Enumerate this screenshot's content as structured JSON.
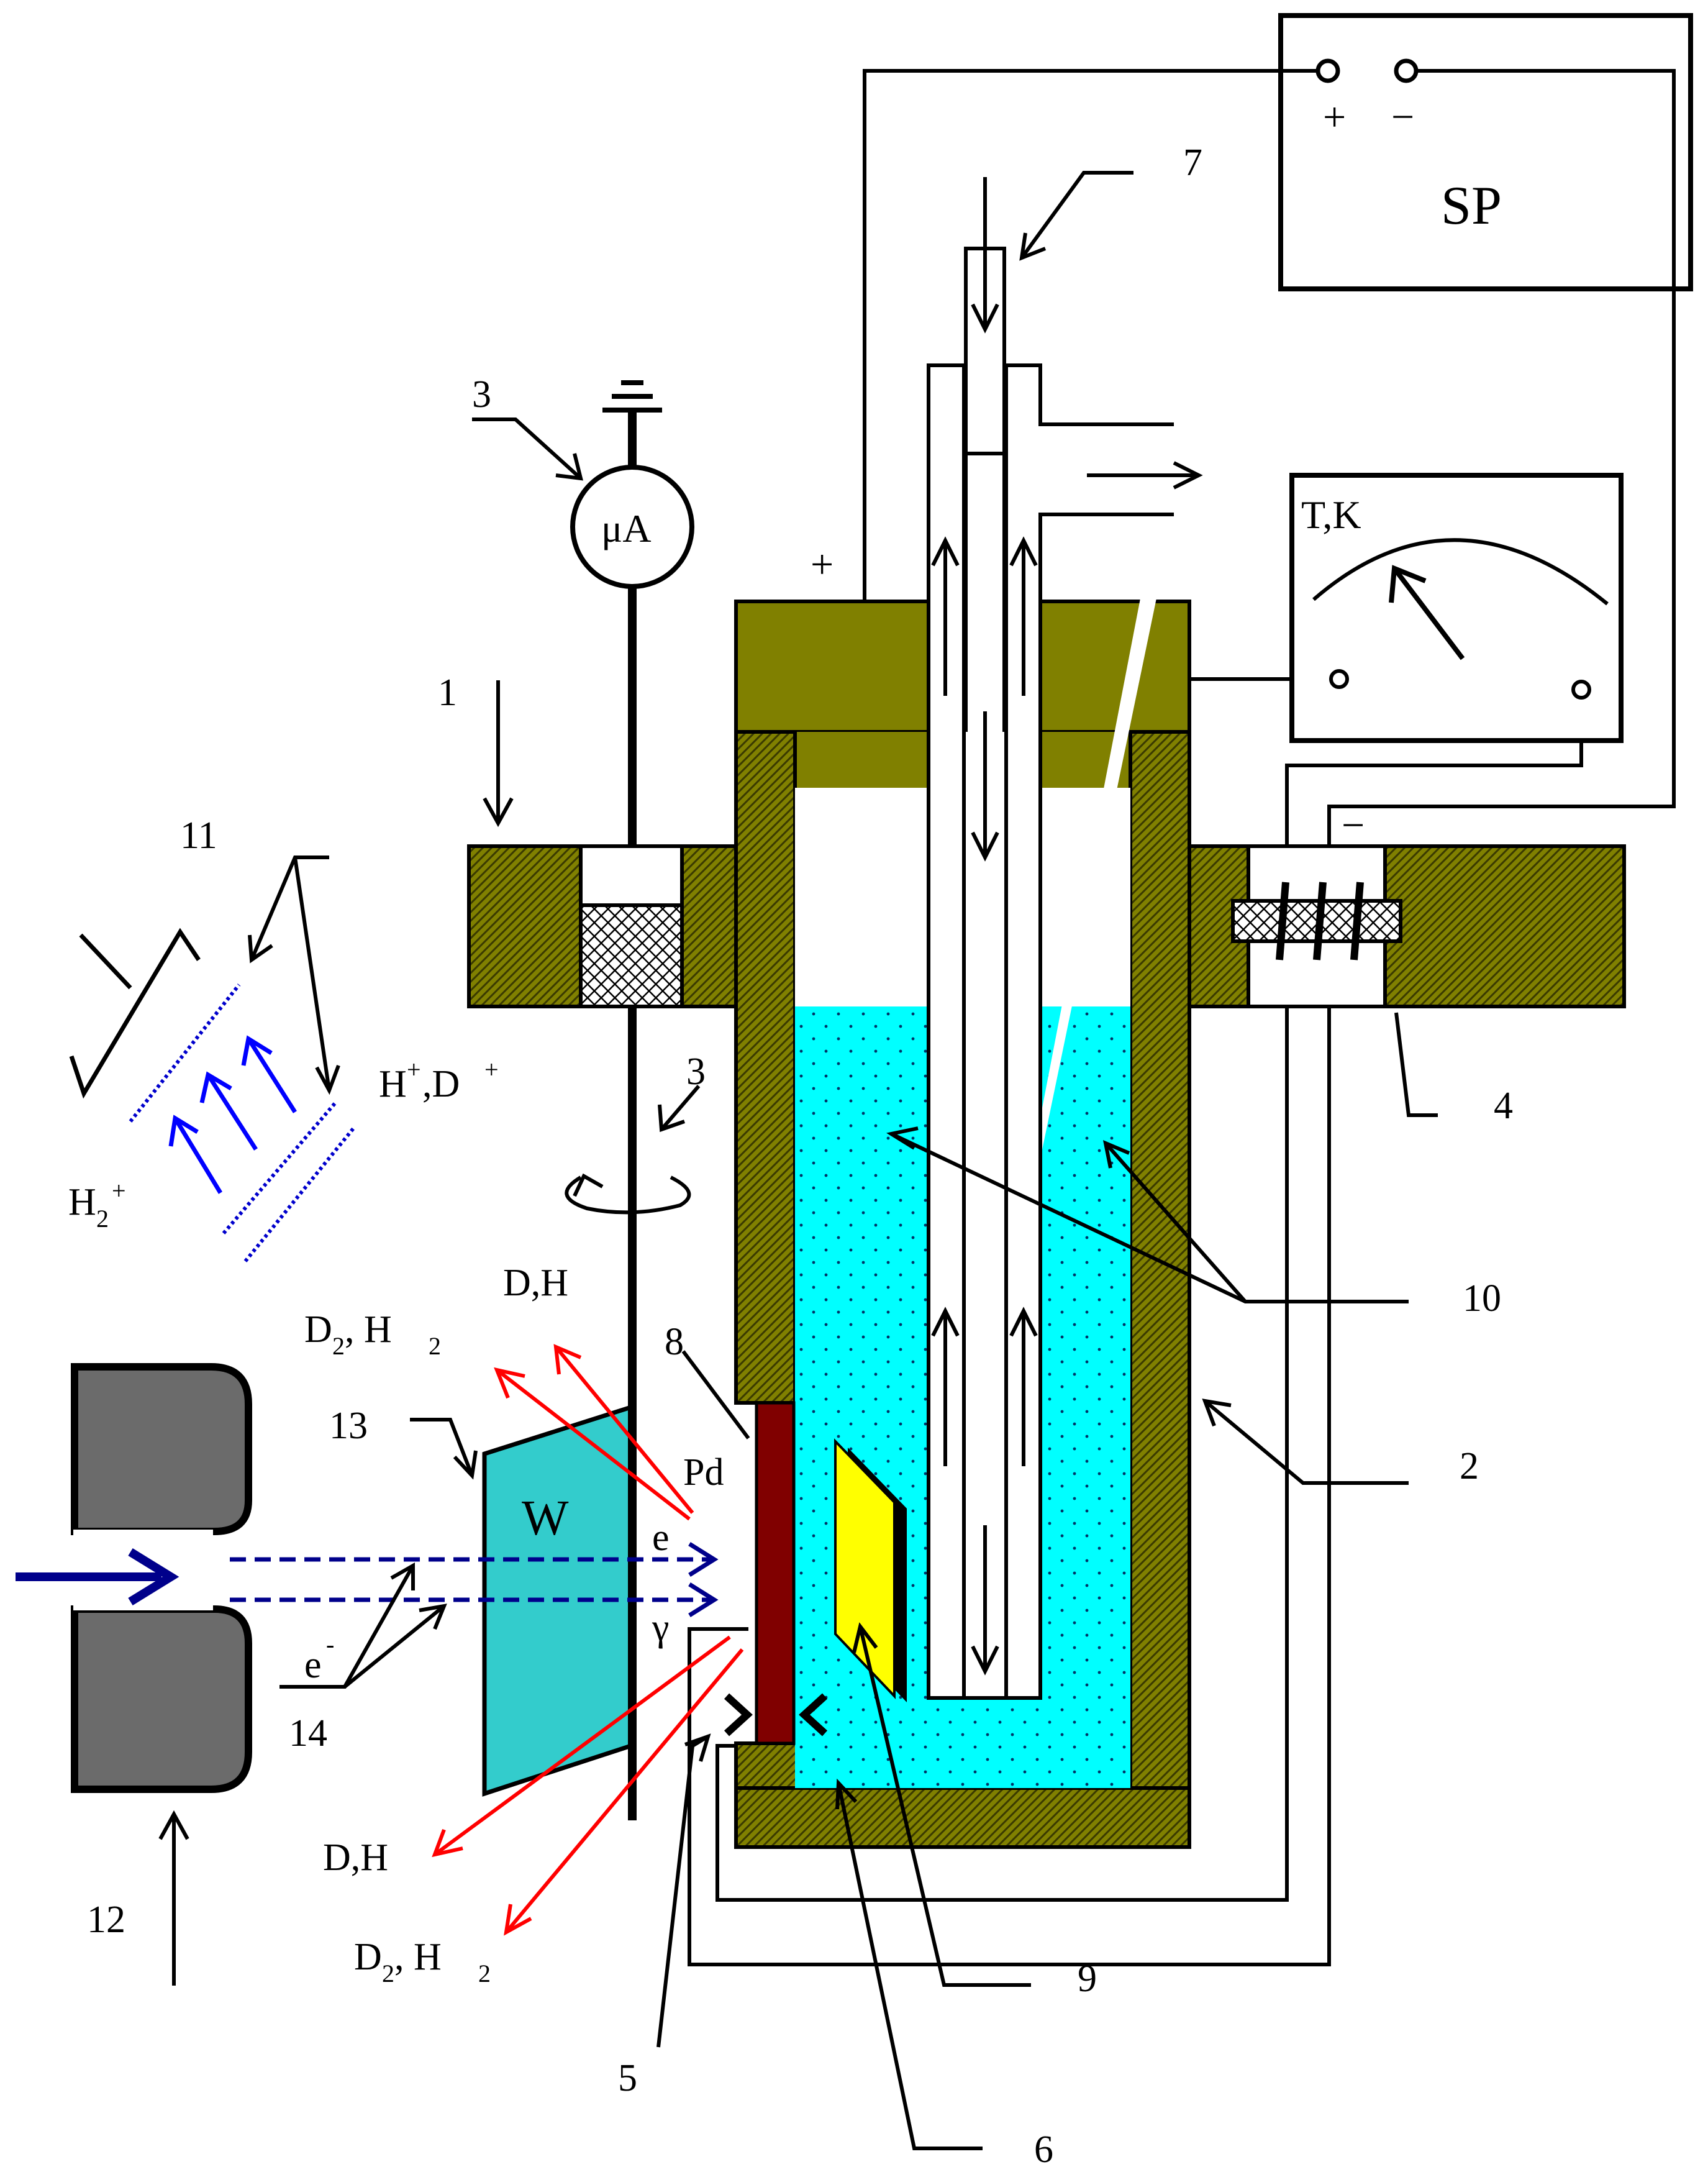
{
  "labels": {
    "n1": "1",
    "n2": "2",
    "n3a": "3",
    "n3b": "3",
    "n4": "4",
    "n5": "5",
    "n6": "6",
    "n7": "7",
    "n8": "8",
    "n9": "9",
    "n10": "10",
    "n11": "11",
    "n12": "12",
    "n13": "13",
    "n14": "14",
    "sp": "SP",
    "sp_plus": "+",
    "sp_minus": "−",
    "thermo": "T,K",
    "micro_ammeter": "μA",
    "plus_wire": "+",
    "minus_wire": "−",
    "pd": "Pd",
    "w": "W",
    "e": "e",
    "gamma": "γ",
    "e_minus_base": "e",
    "e_minus_sup": "-",
    "h2_base": "H",
    "h2_sub": "2",
    "h2_sup": "+",
    "hd_ions": "H",
    "hd_ions_sup1": "+",
    "hd_ions_mid": ",D",
    "hd_ions_sup2": "+",
    "dh_top": "D,H",
    "d2h2_top_d": "D",
    "d2h2_top_sub1": "2",
    "d2h2_top_mid": " , H",
    "d2h2_top_sub2": "2",
    "dh_bottom": "D,H",
    "d2h2_bot_d": "D",
    "d2h2_bot_sub1": "2",
    "d2h2_bot_mid": " , H",
    "d2h2_bot_sub2": "2"
  },
  "colors": {
    "olive": "#808000",
    "liquid": "#00ffff",
    "pd_plate": "#800000",
    "w_target": "#33cccc",
    "yellow_plate": "#ffff00",
    "gun": "#6b6b6b",
    "blue_ions": "#0000ff",
    "beam": "#00008b",
    "red_arrows": "#ff0000"
  }
}
